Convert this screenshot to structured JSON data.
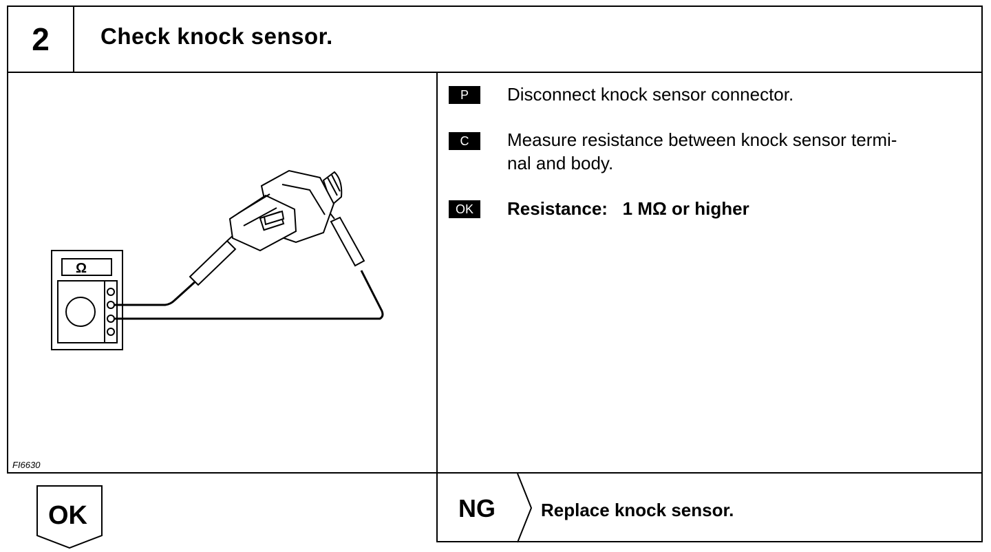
{
  "step": {
    "number": "2",
    "title": "Check knock sensor."
  },
  "figure": {
    "code": "FI6630",
    "ohmmeter_symbol": "Ω",
    "icons": [
      "ohmmeter-icon",
      "knock-sensor-icon",
      "test-probe-icon"
    ]
  },
  "instructions": [
    {
      "tag": "P",
      "text": "Disconnect knock sensor connector."
    },
    {
      "tag": "C",
      "text": "Measure resistance between knock sensor termi-\nnal and body."
    },
    {
      "tag": "OK",
      "text": "Resistance:   1 MΩ or higher"
    }
  ],
  "result": {
    "ok_label": "OK",
    "ng_label": "NG",
    "ng_action": "Replace knock sensor."
  }
}
